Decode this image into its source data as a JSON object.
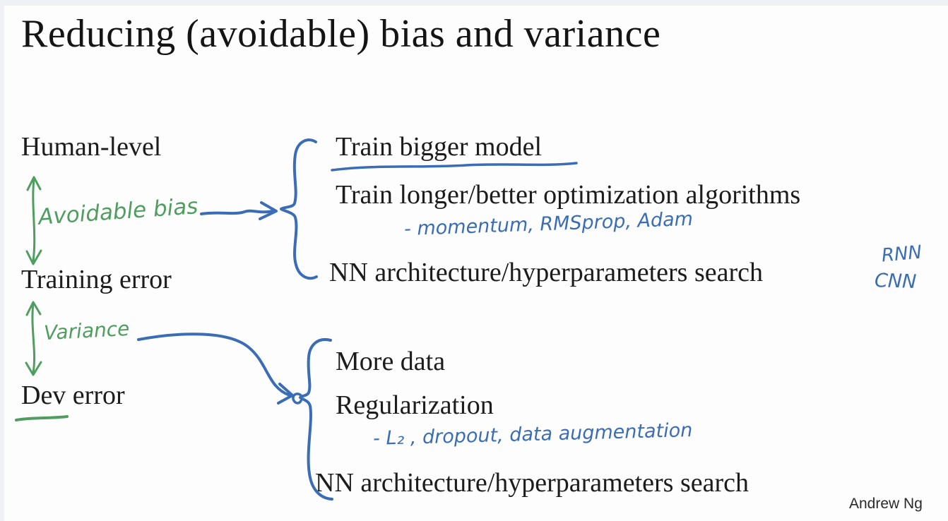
{
  "slide": {
    "title": "Reducing (avoidable) bias and variance",
    "author": "Andrew Ng"
  },
  "colors": {
    "ink": "#1c1c1c",
    "green": "#4f9e60",
    "blue": "#3a6db5",
    "background": "#fdfdfd"
  },
  "levels": {
    "human": "Human-level",
    "training": "Training error",
    "dev": "Dev error"
  },
  "gaps": {
    "bias": "Avoidable bias",
    "variance": "Variance"
  },
  "bias_remedies": {
    "item1": "Train bigger model",
    "item2": "Train longer/better optimization algorithms",
    "item2_note": "- momentum, RMSprop, Adam",
    "item3": "NN architecture/hyperparameters search",
    "item3_note1": "RNN",
    "item3_note2": "CNN"
  },
  "variance_remedies": {
    "item1": "More data",
    "item2": "Regularization",
    "item2_note": "- L₂ , dropout, data augmentation",
    "item3": "NN architecture/hyperparameters search"
  }
}
